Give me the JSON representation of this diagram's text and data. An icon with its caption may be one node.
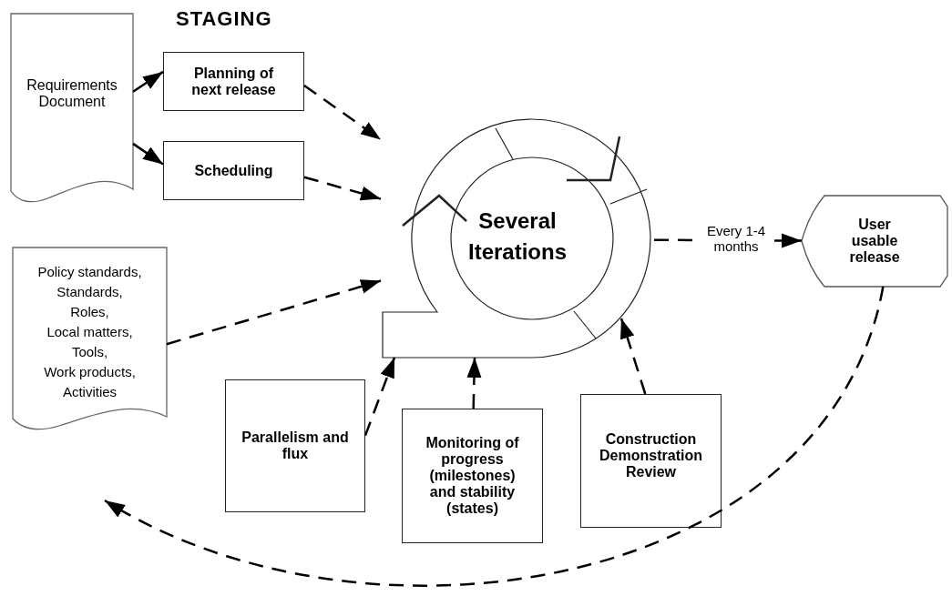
{
  "diagram": {
    "title": "STAGING",
    "nodes": [
      {
        "text": [
          "Requirements Document"
        ]
      },
      {
        "text": [
          "Planning of next release"
        ]
      },
      {
        "text": [
          "Scheduling"
        ]
      },
      {
        "text": [
          "Several Iterations"
        ]
      },
      {
        "text": [
          "Policy standards, Standards, Roles, Local matters, Tools, Work products, Activities"
        ]
      },
      {
        "text": [
          "User usable release"
        ]
      },
      {
        "text": [
          "Parallelism and flux"
        ]
      },
      {
        "text": [
          "Monitoring of progress (milestones) and stability (states)"
        ]
      },
      {
        "text": [
          "Construction Demonstration Review"
        ]
      }
    ],
    "edges": [
      {
        "from": 0,
        "to": 1,
        "arrow": "to"
      },
      {
        "from": 0,
        "to": 2,
        "arrow": "to"
      },
      {
        "from": 1,
        "to": 3,
        "arrow": "to",
        "style": "dashed"
      },
      {
        "from": 2,
        "to": 3,
        "arrow": "to",
        "style": "dashed"
      },
      {
        "from": 4,
        "to": 3,
        "arrow": "to",
        "style": "dashed"
      },
      {
        "from": 3,
        "to": 5,
        "arrow": "to",
        "style": "dashed",
        "label": "Every 1-4 months"
      },
      {
        "from": 5,
        "to": null,
        "arrow": "to",
        "style": "dashed"
      },
      {
        "from": 6,
        "to": 3,
        "arrow": "to",
        "style": "dashed"
      },
      {
        "from": 7,
        "to": 3,
        "arrow": "to",
        "style": "dashed"
      },
      {
        "from": 8,
        "to": 3,
        "arrow": "to",
        "style": "dashed"
      }
    ]
  }
}
